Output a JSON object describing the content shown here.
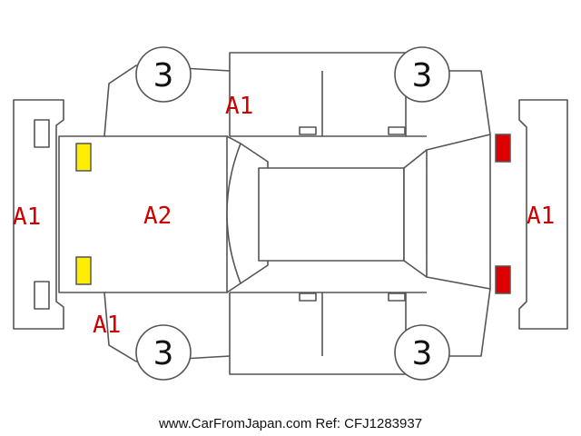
{
  "colors": {
    "outline": "#555555",
    "damage_text": "#cc0000",
    "warn_yellow": "#ffee00",
    "warn_red": "#dd0000"
  },
  "tire_grades": {
    "front_left": "3",
    "front_right": "3",
    "rear_left": "3",
    "rear_right": "3"
  },
  "damage_marks": {
    "rear_bumper": "A1",
    "rear_quarter_left": "A1",
    "front_door_left": "A1",
    "trunk": "A2",
    "front_bumper": "A1"
  },
  "lamps": {
    "rear_color": "yellow",
    "front_color": "red"
  },
  "footer": {
    "text": "www.CarFromJapan.com Ref: CFJ1283937"
  }
}
